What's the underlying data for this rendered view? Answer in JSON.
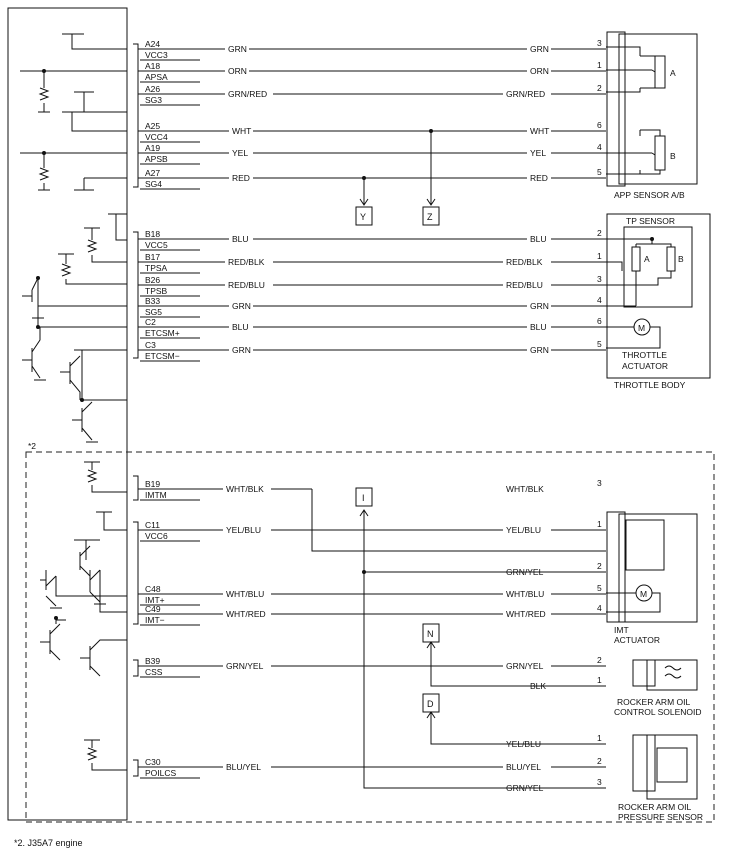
{
  "engine_note_marker": "*2",
  "footnote": "*2. J35A7 engine",
  "pins": [
    {
      "id": "A24",
      "sig": "VCC3",
      "left": "GRN",
      "right": "GRN",
      "num": "3"
    },
    {
      "id": "A18",
      "sig": "APSA",
      "left": "ORN",
      "right": "ORN",
      "num": "1"
    },
    {
      "id": "A26",
      "sig": "SG3",
      "left": "GRN/RED",
      "right": "GRN/RED",
      "num": "2"
    },
    {
      "id": "A25",
      "sig": "VCC4",
      "left": "WHT",
      "right": "WHT",
      "num": "6"
    },
    {
      "id": "A19",
      "sig": "APSB",
      "left": "YEL",
      "right": "YEL",
      "num": "4"
    },
    {
      "id": "A27",
      "sig": "SG4",
      "left": "RED",
      "right": "RED",
      "num": "5"
    },
    {
      "id": "B18",
      "sig": "VCC5",
      "left": "BLU",
      "right": "BLU",
      "num": "2"
    },
    {
      "id": "B17",
      "sig": "TPSA",
      "left": "RED/BLK",
      "right": "RED/BLK",
      "num": "1"
    },
    {
      "id": "B26",
      "sig": "TPSB",
      "left": "RED/BLU",
      "right": "RED/BLU",
      "num": "3"
    },
    {
      "id": "B33",
      "sig": "SG5",
      "left": "GRN",
      "right": "GRN",
      "num": "4"
    },
    {
      "id": "C2",
      "sig": "ETCSM+",
      "left": "BLU",
      "right": "BLU",
      "num": "6"
    },
    {
      "id": "C3",
      "sig": "ETCSM−",
      "left": "GRN",
      "right": "GRN",
      "num": "5"
    },
    {
      "id": "B19",
      "sig": "IMTM",
      "left": "WHT/BLK",
      "right": "WHT/BLK",
      "num": "3"
    },
    {
      "id": "C11",
      "sig": "VCC6",
      "left": "YEL/BLU",
      "right": "YEL/BLU",
      "num": "1"
    },
    {
      "id": "",
      "sig": "",
      "left": "",
      "right": "GRN/YEL",
      "num": "2"
    },
    {
      "id": "C48",
      "sig": "IMT+",
      "left": "WHT/BLU",
      "right": "WHT/BLU",
      "num": "5"
    },
    {
      "id": "C49",
      "sig": "IMT−",
      "left": "WHT/RED",
      "right": "WHT/RED",
      "num": "4"
    },
    {
      "id": "B39",
      "sig": "CSS",
      "left": "GRN/YEL",
      "right": "GRN/YEL",
      "num": "2"
    },
    {
      "id": "",
      "sig": "",
      "left": "",
      "right": "BLK",
      "num": "1"
    },
    {
      "id": "",
      "sig": "",
      "left": "",
      "right": "YEL/BLU",
      "num": "1"
    },
    {
      "id": "C30",
      "sig": "POILCS",
      "left": "BLU/YEL",
      "right": "BLU/YEL",
      "num": "2"
    },
    {
      "id": "",
      "sig": "",
      "left": "",
      "right": "GRN/YEL",
      "num": "3"
    }
  ],
  "components": {
    "app_sensor": "APP SENSOR A/B",
    "app_a": "A",
    "app_b": "B",
    "tp_sensor": "TP SENSOR",
    "tp_a": "A",
    "tp_b": "B",
    "throttle_actuator_1": "THROTTLE",
    "throttle_actuator_2": "ACTUATOR",
    "throttle_body": "THROTTLE BODY",
    "imt_actuator_1": "IMT",
    "imt_actuator_2": "ACTUATOR",
    "rocker_solenoid_1": "ROCKER ARM OIL",
    "rocker_solenoid_2": "CONTROL SOLENOID",
    "rocker_sensor_1": "ROCKER ARM OIL",
    "rocker_sensor_2": "PRESSURE SENSOR",
    "motor": "M"
  },
  "connectors": [
    "Y",
    "Z",
    "I",
    "N",
    "D"
  ]
}
